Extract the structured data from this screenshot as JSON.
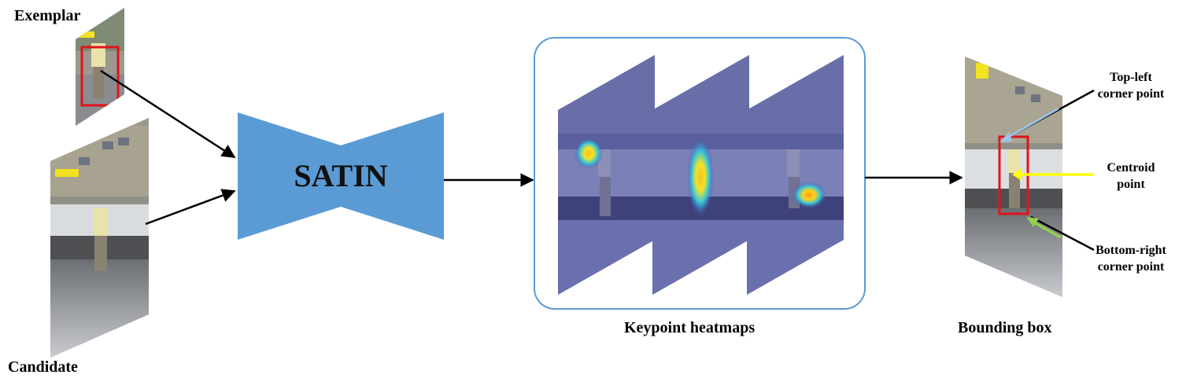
{
  "inputs": {
    "exemplar_label": "Exemplar",
    "candidate_label": "Candidate"
  },
  "network": {
    "name": "SATIN",
    "color": "#5b9bd5"
  },
  "heatmaps": {
    "caption": "Keypoint heatmaps",
    "frame_color": "#5b9bd5"
  },
  "output": {
    "caption": "Bounding box",
    "box_color": "#e0141a",
    "keypoints": [
      {
        "line1": "Top-left",
        "line2": "corner point",
        "arrow_color": "#9dc3e6"
      },
      {
        "line1": "Centroid",
        "line2": "point",
        "arrow_color": "#ffff00"
      },
      {
        "line1": "Bottom-right",
        "line2": "corner point",
        "arrow_color": "#92d050"
      }
    ]
  }
}
